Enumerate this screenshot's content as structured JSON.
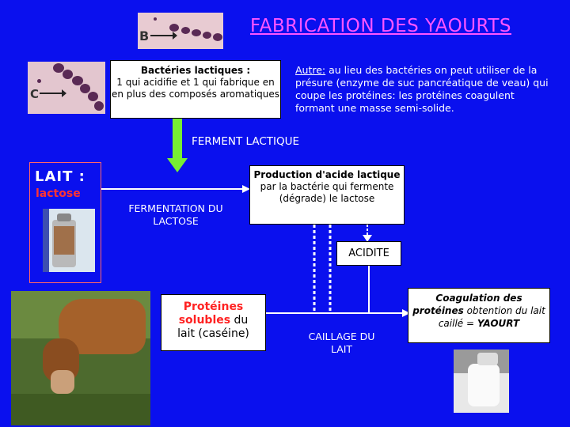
{
  "title": "FABRICATION DES YAOURTS",
  "image_labels": {
    "b": "B",
    "c": "C"
  },
  "bacteria_box": {
    "line1": "Bactéries lactiques :",
    "line2": "1 qui acidifie et 1 qui fabrique en en plus des composés aromatiques"
  },
  "autre": {
    "prefix": "Autre:",
    "text": " au lieu des bactéries on peut utiliser de la présure (enzyme de suc pancréatique de veau) qui coupe les protéines: les protéines coagulent formant une masse semi-solide."
  },
  "ferment_label": "FERMENT LACTIQUE",
  "lait": {
    "title": "LAIT :",
    "sub": "lactose"
  },
  "fermentation": "FERMENTATION DU LACTOSE",
  "production": {
    "bold": "Production d'acide lactique",
    "rest": "par la bactérie qui fermente (dégrade) le lactose"
  },
  "acidite": "ACIDITE",
  "proteines": {
    "red1": "Protéines",
    "red2": "solubles",
    "rest1": " du",
    "rest2": "lait (caséine)"
  },
  "caillage": "CAILLAGE DU LAIT",
  "coagulation": {
    "bold1": "Coagulation des",
    "bold2": "protéines",
    "mid": " obtention du lait caillé = ",
    "bold3": "YAOURT"
  },
  "colors": {
    "background": "#0a10ee",
    "arrow_green": "#77ee33",
    "title_pink": "#ff55ff",
    "red_text": "#ff2222"
  }
}
